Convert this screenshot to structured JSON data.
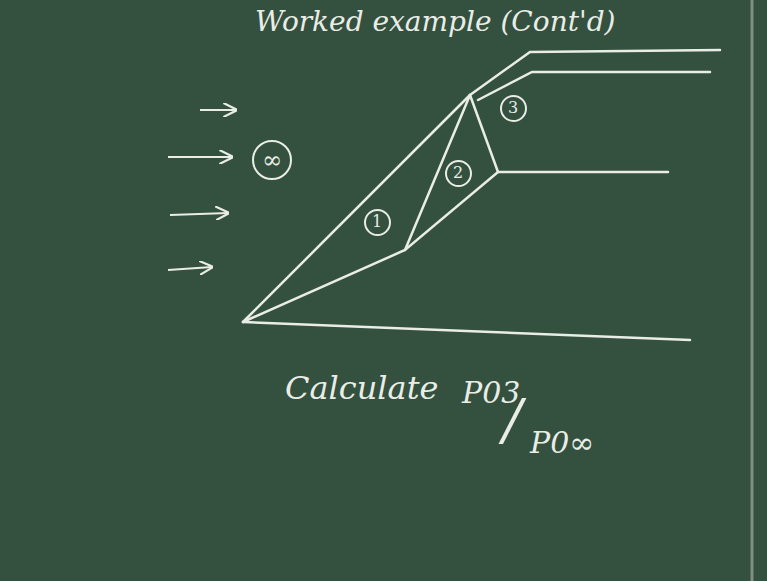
{
  "diagram": {
    "title": "Worked example (Cont'd)",
    "nodes": [
      {
        "text": [
          "∞"
        ]
      },
      {
        "text": [
          "1"
        ]
      },
      {
        "text": [
          "2"
        ]
      },
      {
        "text": [
          "3"
        ]
      }
    ],
    "labels": [
      "Calculate",
      "P03",
      "/",
      "P0∞"
    ]
  }
}
